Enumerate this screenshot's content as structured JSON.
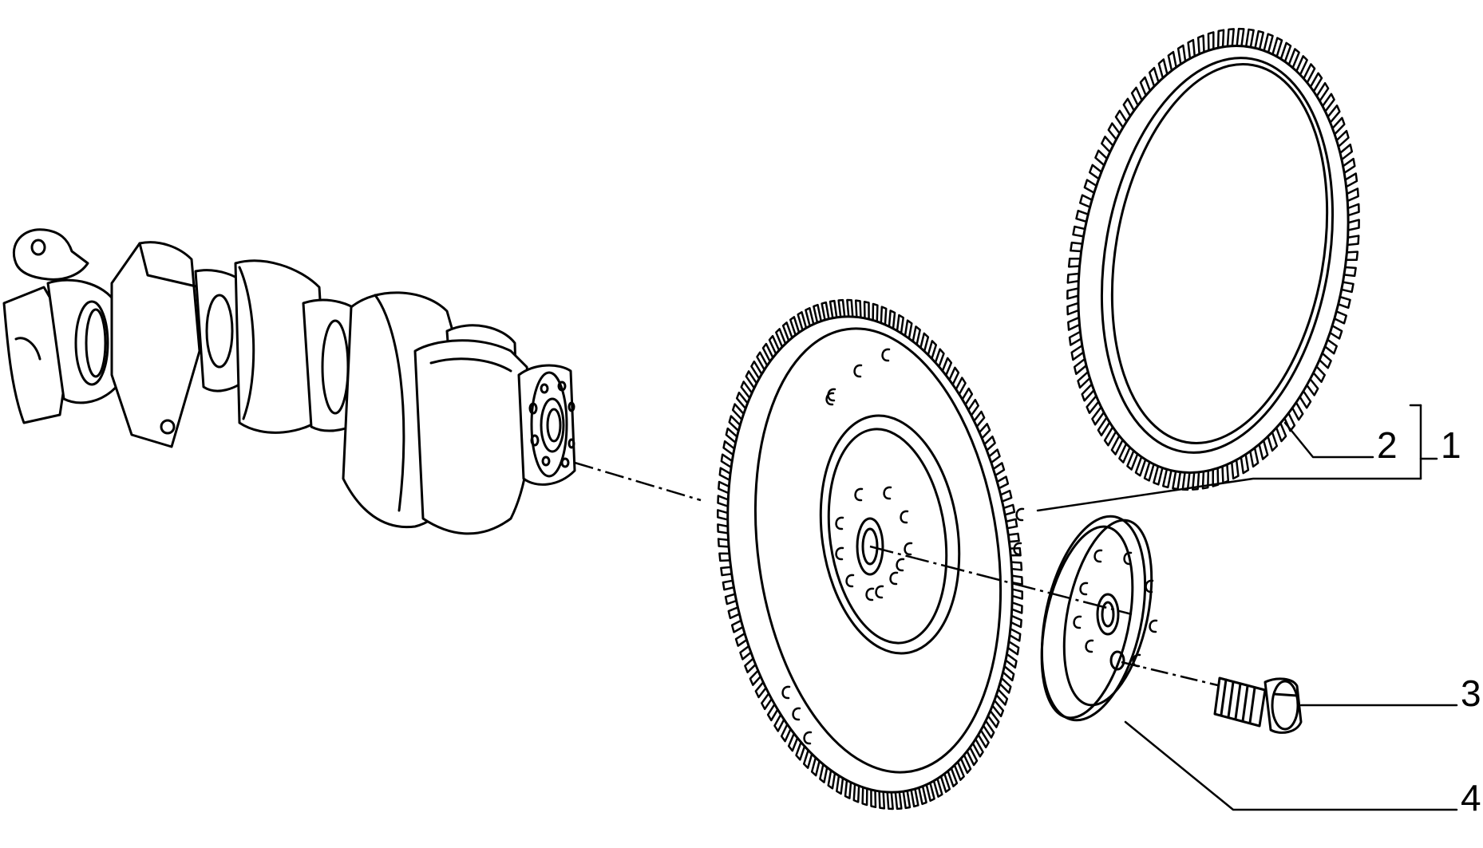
{
  "diagram": {
    "colors": {
      "ink": "#000000",
      "paper": "#ffffff"
    },
    "callouts": [
      {
        "id": "1",
        "label": "1"
      },
      {
        "id": "2",
        "label": "2"
      },
      {
        "id": "3",
        "label": "3"
      },
      {
        "id": "4",
        "label": "4"
      }
    ]
  }
}
